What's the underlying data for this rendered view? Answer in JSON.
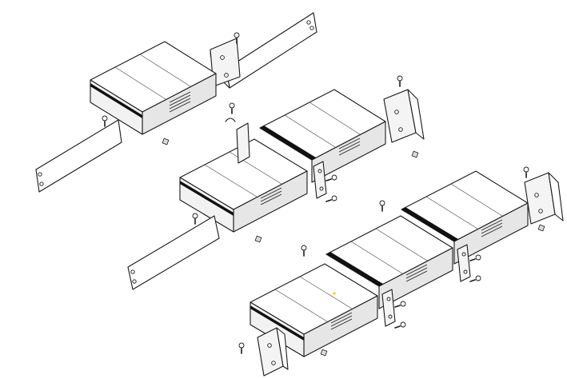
{
  "diagram": {
    "modules_per_row": [
      1,
      2,
      3
    ],
    "colors": {
      "line": "#1a1a1a",
      "band": "#111111",
      "highlight": "#ffcc00"
    }
  }
}
